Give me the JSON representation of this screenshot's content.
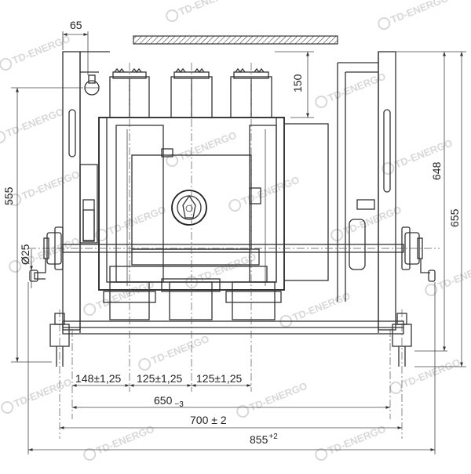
{
  "drawing": {
    "watermark": "TD-ENERGO",
    "dimensions": {
      "top_offset": "65",
      "terminal_height": "150",
      "left_height": "555",
      "diameter": "Ø25",
      "right_inner_height": "648",
      "right_outer_height": "655",
      "pitch_1": "148±1,25",
      "pitch_2": "125±1,25",
      "pitch_3": "125±1,25",
      "width_650": "650",
      "width_650_tol": "−3",
      "width_700": "700 ± 2",
      "width_855": "855",
      "width_855_tol": "+2"
    }
  }
}
